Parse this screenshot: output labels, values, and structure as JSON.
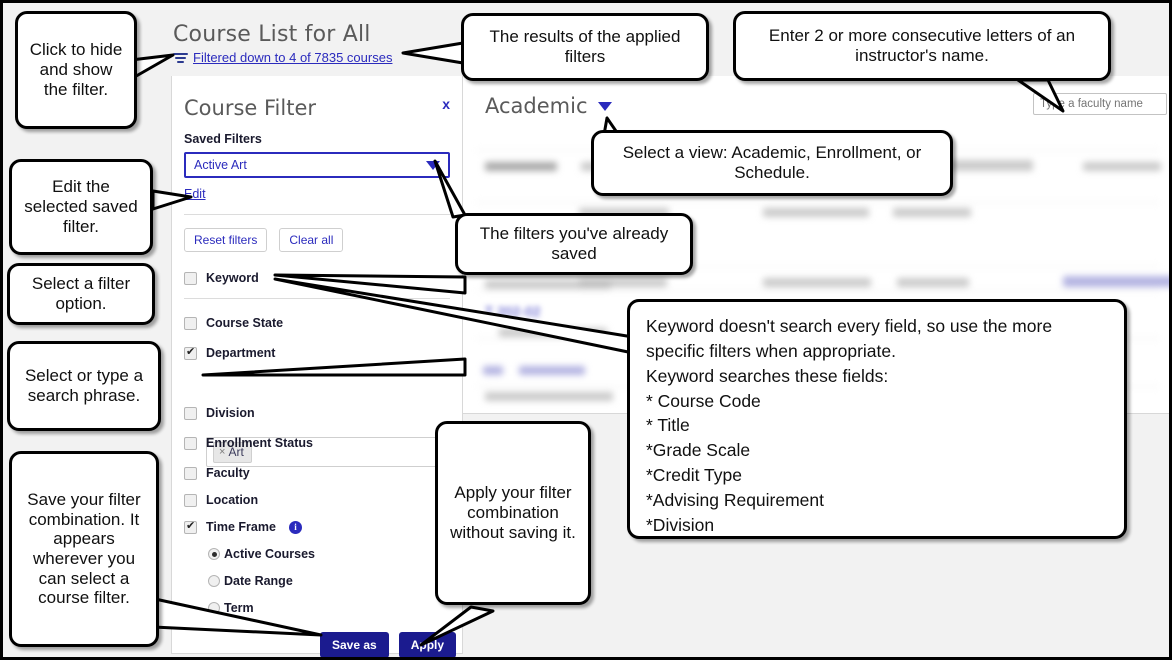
{
  "app": {
    "page_title": "Course List for All",
    "filtered_link": "Filtered down to 4 of 7835 courses",
    "filter_icon": "filter-lines-icon"
  },
  "filter_panel": {
    "title": "Course Filter",
    "close_label": "x",
    "saved_filters_label": "Saved Filters",
    "saved_filter_selected": "Active Art",
    "edit_link": "Edit",
    "reset_button": "Reset filters",
    "clear_button": "Clear all",
    "options": [
      {
        "label": "Keyword",
        "checked": false
      },
      {
        "label": "Course State",
        "checked": false
      },
      {
        "label": "Department",
        "checked": true
      },
      {
        "label": "Division",
        "checked": false
      },
      {
        "label": "Enrollment Status",
        "checked": false
      },
      {
        "label": "Faculty",
        "checked": false
      },
      {
        "label": "Location",
        "checked": false
      },
      {
        "label": "Time Frame",
        "checked": true,
        "info": "i"
      }
    ],
    "department_token": "Art",
    "department_token_remove": "×",
    "time_frame_options": [
      {
        "label": "Active Courses",
        "selected": true
      },
      {
        "label": "Date Range",
        "selected": false
      },
      {
        "label": "Term",
        "selected": false
      }
    ],
    "save_as_button": "Save as",
    "apply_button": "Apply"
  },
  "content": {
    "view_name": "Academic",
    "view_caret": "chevron-down-icon",
    "faculty_placeholder": "Type a faculty name",
    "blurred_course_code": "T 202-02"
  },
  "callouts": {
    "hide_show": "Click to hide and show the filter.",
    "results": "The results of the applied filters",
    "instructor_letters": "Enter 2 or more consecutive letters of an instructor's name.",
    "edit_saved": "Edit the selected saved filter.",
    "select_view": "Select a view: Academic, Enrollment, or Schedule.",
    "already_saved": "The filters you've already saved",
    "filter_option": "Select a filter option.",
    "search_phrase": "Select or type a search phrase.",
    "keyword_info": "Keyword doesn't search every field, so use the more specific filters when appropriate.\nKeyword searches these fields:\n* Course Code\n* Title\n*Grade Scale\n*Credit Type\n*Advising Requirement\n*Division",
    "apply_info": "Apply your filter combination without saving it.",
    "save_info": "Save your filter combination. It appears wherever you can select a course filter."
  },
  "colors": {
    "accent": "#2b2bbd",
    "primary_button": "#1b1b8f",
    "page_bg": "#f2f2f2",
    "title_text": "#5a5a5a"
  }
}
